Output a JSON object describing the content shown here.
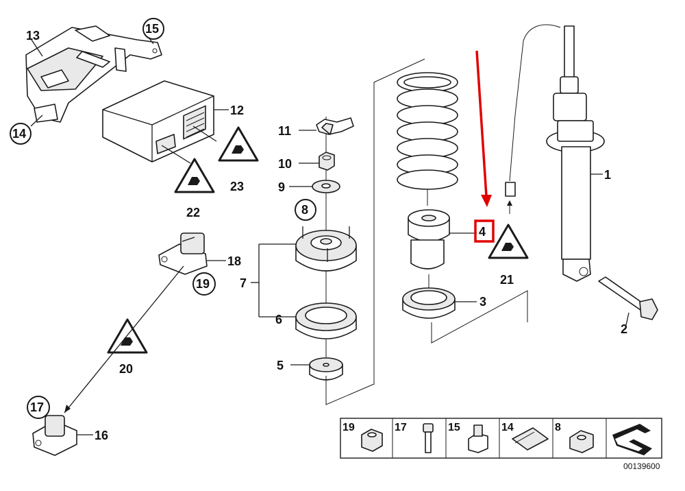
{
  "diagram": {
    "callouts": {
      "c1": "1",
      "c2": "2",
      "c3": "3",
      "c4": "4",
      "c5": "5",
      "c6": "6",
      "c7": "7",
      "c8": "8",
      "c9": "9",
      "c10": "10",
      "c11": "11",
      "c12": "12",
      "c13": "13",
      "c14": "14",
      "c15": "15",
      "c16": "16",
      "c17": "17",
      "c18": "18",
      "c19": "19",
      "c20": "20",
      "c21": "21",
      "c22": "22",
      "c23": "23"
    },
    "legend": {
      "items": [
        "19",
        "17",
        "15",
        "14",
        "8"
      ]
    },
    "reference_number": "00139600",
    "highlight": {
      "color": "#e00000",
      "target": "4"
    },
    "warning_icon": "wrench-warning-icon"
  }
}
